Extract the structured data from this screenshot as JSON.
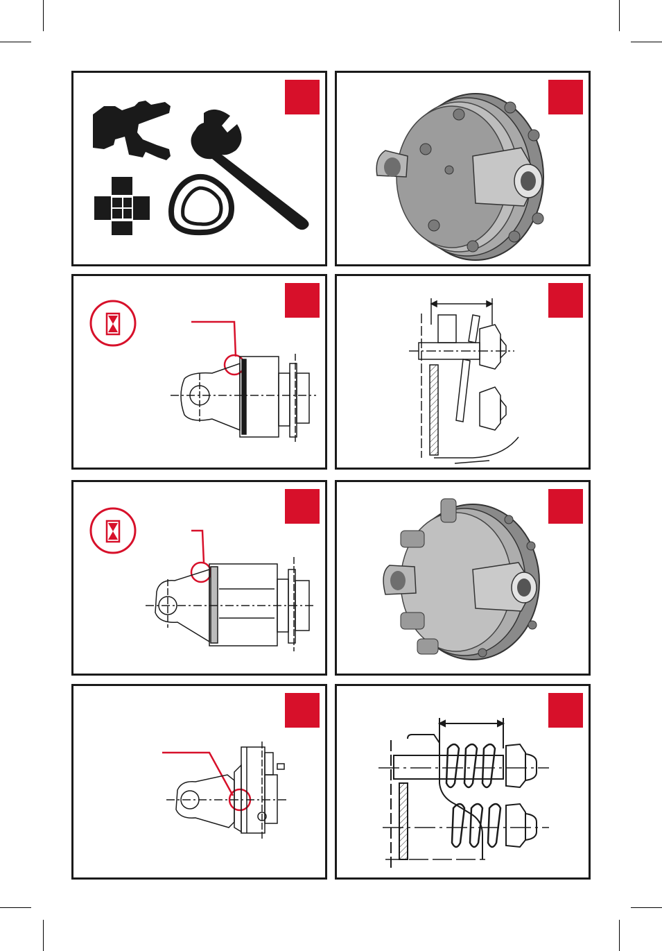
{
  "page": {
    "accent_color": "#d7102a",
    "ink_color": "#1a1a1a"
  },
  "panels": [
    {
      "id": "tools",
      "icons": [
        "yoke-icon",
        "wrench-icon",
        "cross-journal-icon",
        "profile-tube-icon"
      ]
    },
    {
      "id": "friction-clutch-render",
      "icons": [
        "friction-clutch-icon"
      ]
    },
    {
      "id": "clutch-grease-detail-1",
      "icons": [
        "grease-nipple-icon",
        "grease-gun-symbol-icon"
      ]
    },
    {
      "id": "bolt-length-section-1",
      "icons": [
        "bolt-nut-section-icon"
      ]
    },
    {
      "id": "clutch-grease-detail-2",
      "icons": [
        "grease-nipple-icon",
        "grease-gun-symbol-icon"
      ]
    },
    {
      "id": "spring-clutch-render",
      "icons": [
        "spring-clutch-icon"
      ]
    },
    {
      "id": "clutch-grease-detail-3",
      "icons": [
        "grease-nipple-icon"
      ]
    },
    {
      "id": "spring-length-section",
      "icons": [
        "spring-bolt-section-icon"
      ]
    }
  ]
}
